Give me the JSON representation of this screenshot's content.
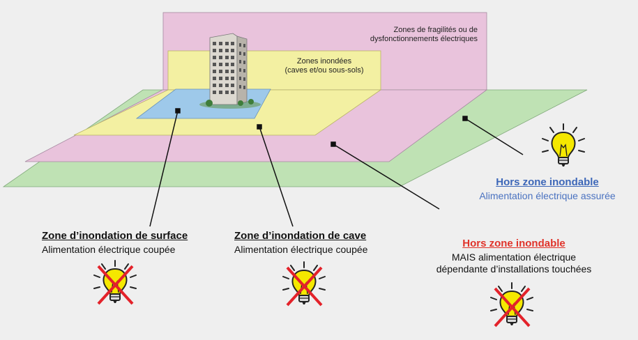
{
  "zones": {
    "fragility_label_line1": "Zones de fragilités ou de",
    "fragility_label_line2": "dysfonctionnements électriques",
    "flooded_label_line1": "Zones inondées",
    "flooded_label_line2": "(caves et/ou sous-sols)"
  },
  "captions": {
    "surface": {
      "title": "Zone d’inondation de surface",
      "text": "Alimentation électrique coupée"
    },
    "cave": {
      "title": "Zone d’inondation de cave",
      "text": "Alimentation électrique coupée"
    },
    "outside_affected": {
      "title": "Hors zone inondable",
      "line1": "MAIS  alimentation électrique",
      "line2": "dépendante d’installations touchées"
    },
    "outside_ok": {
      "title": "Hors zone inondable",
      "text": "Alimentation électrique assurée"
    }
  },
  "colors": {
    "green": "#bfe2b4",
    "pink": "#e9c3dc",
    "yellow": "#f3f0a2",
    "blue": "#9ec9ea",
    "title_red": "#e0332a",
    "title_blue": "#3d67b8",
    "text_blue": "#4a72c0",
    "cross_red": "#e3222a",
    "bulb_yellow": "#f5e800"
  },
  "icons": [
    "building-icon",
    "bulb-on-icon",
    "bulb-off-icon"
  ]
}
